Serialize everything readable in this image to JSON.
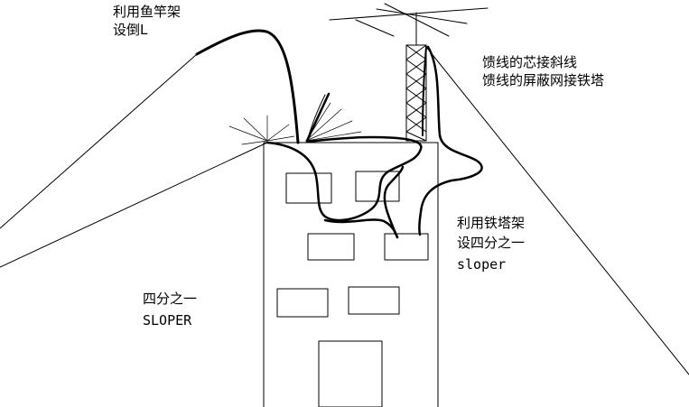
{
  "labels": {
    "fishing_pole_line1": "利用鱼竿架",
    "fishing_pole_line2": "设倒L",
    "feeder_core": "馈线的芯接斜线",
    "feeder_shield": "馈线的屏蔽网接铁塔",
    "tower_mount_line1": "利用铁塔架",
    "tower_mount_line2": "设四分之一",
    "tower_mount_line3": "sloper",
    "quarter_line1": "四分之一",
    "quarter_line2": "SLOPER"
  },
  "colors": {
    "ink": "#000000",
    "paper": "#ffffff"
  }
}
